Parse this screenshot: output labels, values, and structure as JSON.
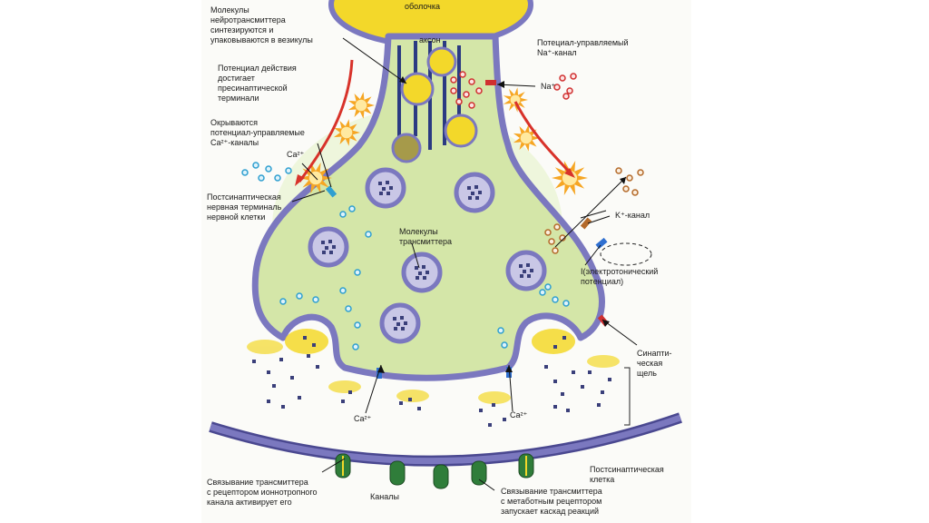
{
  "labels": {
    "membrane": "оболочка",
    "axon": "аксон",
    "synthesis": "Молекулы\nнейротрансмиттера\nсинтезируются и\nупаковываются в везикулы",
    "action_potential": "Потенциал действия\nдостигает\nпресинаптической\nтерминали",
    "ca_channels": "Окрываются\nпотенциал-управляемые\nCa²⁺-каналы",
    "ca_ion_top": "Ca²⁺",
    "postsyn_terminal": "Постсинаптическая\nнервная терминаль\nнервной клетки",
    "na_channel": "Потециал-управляемый\nNa⁺-канал",
    "na_ion": "Na⁺",
    "transmitter_molecules": "Молекулы\nтрансмиттера",
    "k_channel": "K⁺-канал",
    "electrotonic": "I(электротонический\nпотенциал)",
    "synaptic_cleft": "Синапти-\nческая\nщель",
    "ca_left": "Ca²⁺",
    "ca_right": "Ca²⁺",
    "postsyn_cell": "Постсинаптическая\nклетка",
    "ionotropic": "Связывание трансмиттера\nс рецептором ионнотропного\nканала активирует его",
    "channels": "Каналы",
    "metabotropic": "Связывание трансмиттера\nс метаботным рецептором\nзапускает каскад реакций"
  },
  "colors": {
    "terminal_fill": "#d4e6a8",
    "membrane": "#7b78bf",
    "membrane_edge": "#4a4890",
    "vesicle_yellow": "#f3d82a",
    "vesicle_inner": "#c9c7e6",
    "transmitter": "#3a3f7a",
    "ca_ion": "#2f9fd0",
    "na_ion": "#d03030",
    "k_ion": "#b46a2a",
    "star": "#f6a623",
    "arrow_red": "#d8322a",
    "receptor": "#2f7d3a",
    "axon_fiber": "#2b3a82"
  }
}
